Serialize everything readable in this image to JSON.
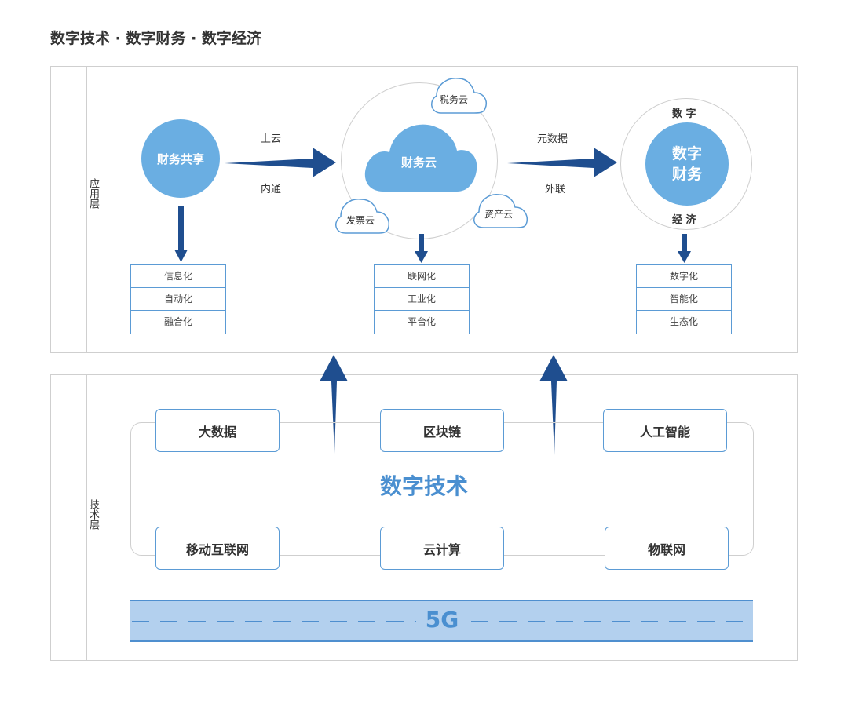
{
  "title": "数字技术 · 数字财务 · 数字经济",
  "app_layer": {
    "label": "应用层",
    "shared": {
      "label": "财务共享",
      "stack": [
        "信息化",
        "自动化",
        "融合化"
      ]
    },
    "arrow_left": {
      "top": "上云",
      "bottom": "内通"
    },
    "cloud": {
      "main": "财务云",
      "tax": "税务云",
      "invoice": "发票云",
      "asset": "资产云",
      "stack": [
        "联网化",
        "工业化",
        "平台化"
      ]
    },
    "arrow_right": {
      "top": "元数据",
      "bottom": "外联"
    },
    "digital": {
      "ring_top": "数 字",
      "center": "数字\n财务",
      "ring_bottom": "经 济",
      "stack": [
        "数字化",
        "智能化",
        "生态化"
      ]
    }
  },
  "tech_layer": {
    "label": "技术层",
    "boxes_top": [
      "大数据",
      "区块链",
      "人工智能"
    ],
    "center_title": "数字技术",
    "boxes_bottom": [
      "移动互联网",
      "云计算",
      "物联网"
    ],
    "band_label": "5G"
  },
  "colors": {
    "accent_dark": "#1f4e8f",
    "accent_fill": "#6aaee2",
    "border_blue": "#5b9bd5",
    "band_fill": "#b3d0ee",
    "title_blue": "#4a8fd0"
  }
}
